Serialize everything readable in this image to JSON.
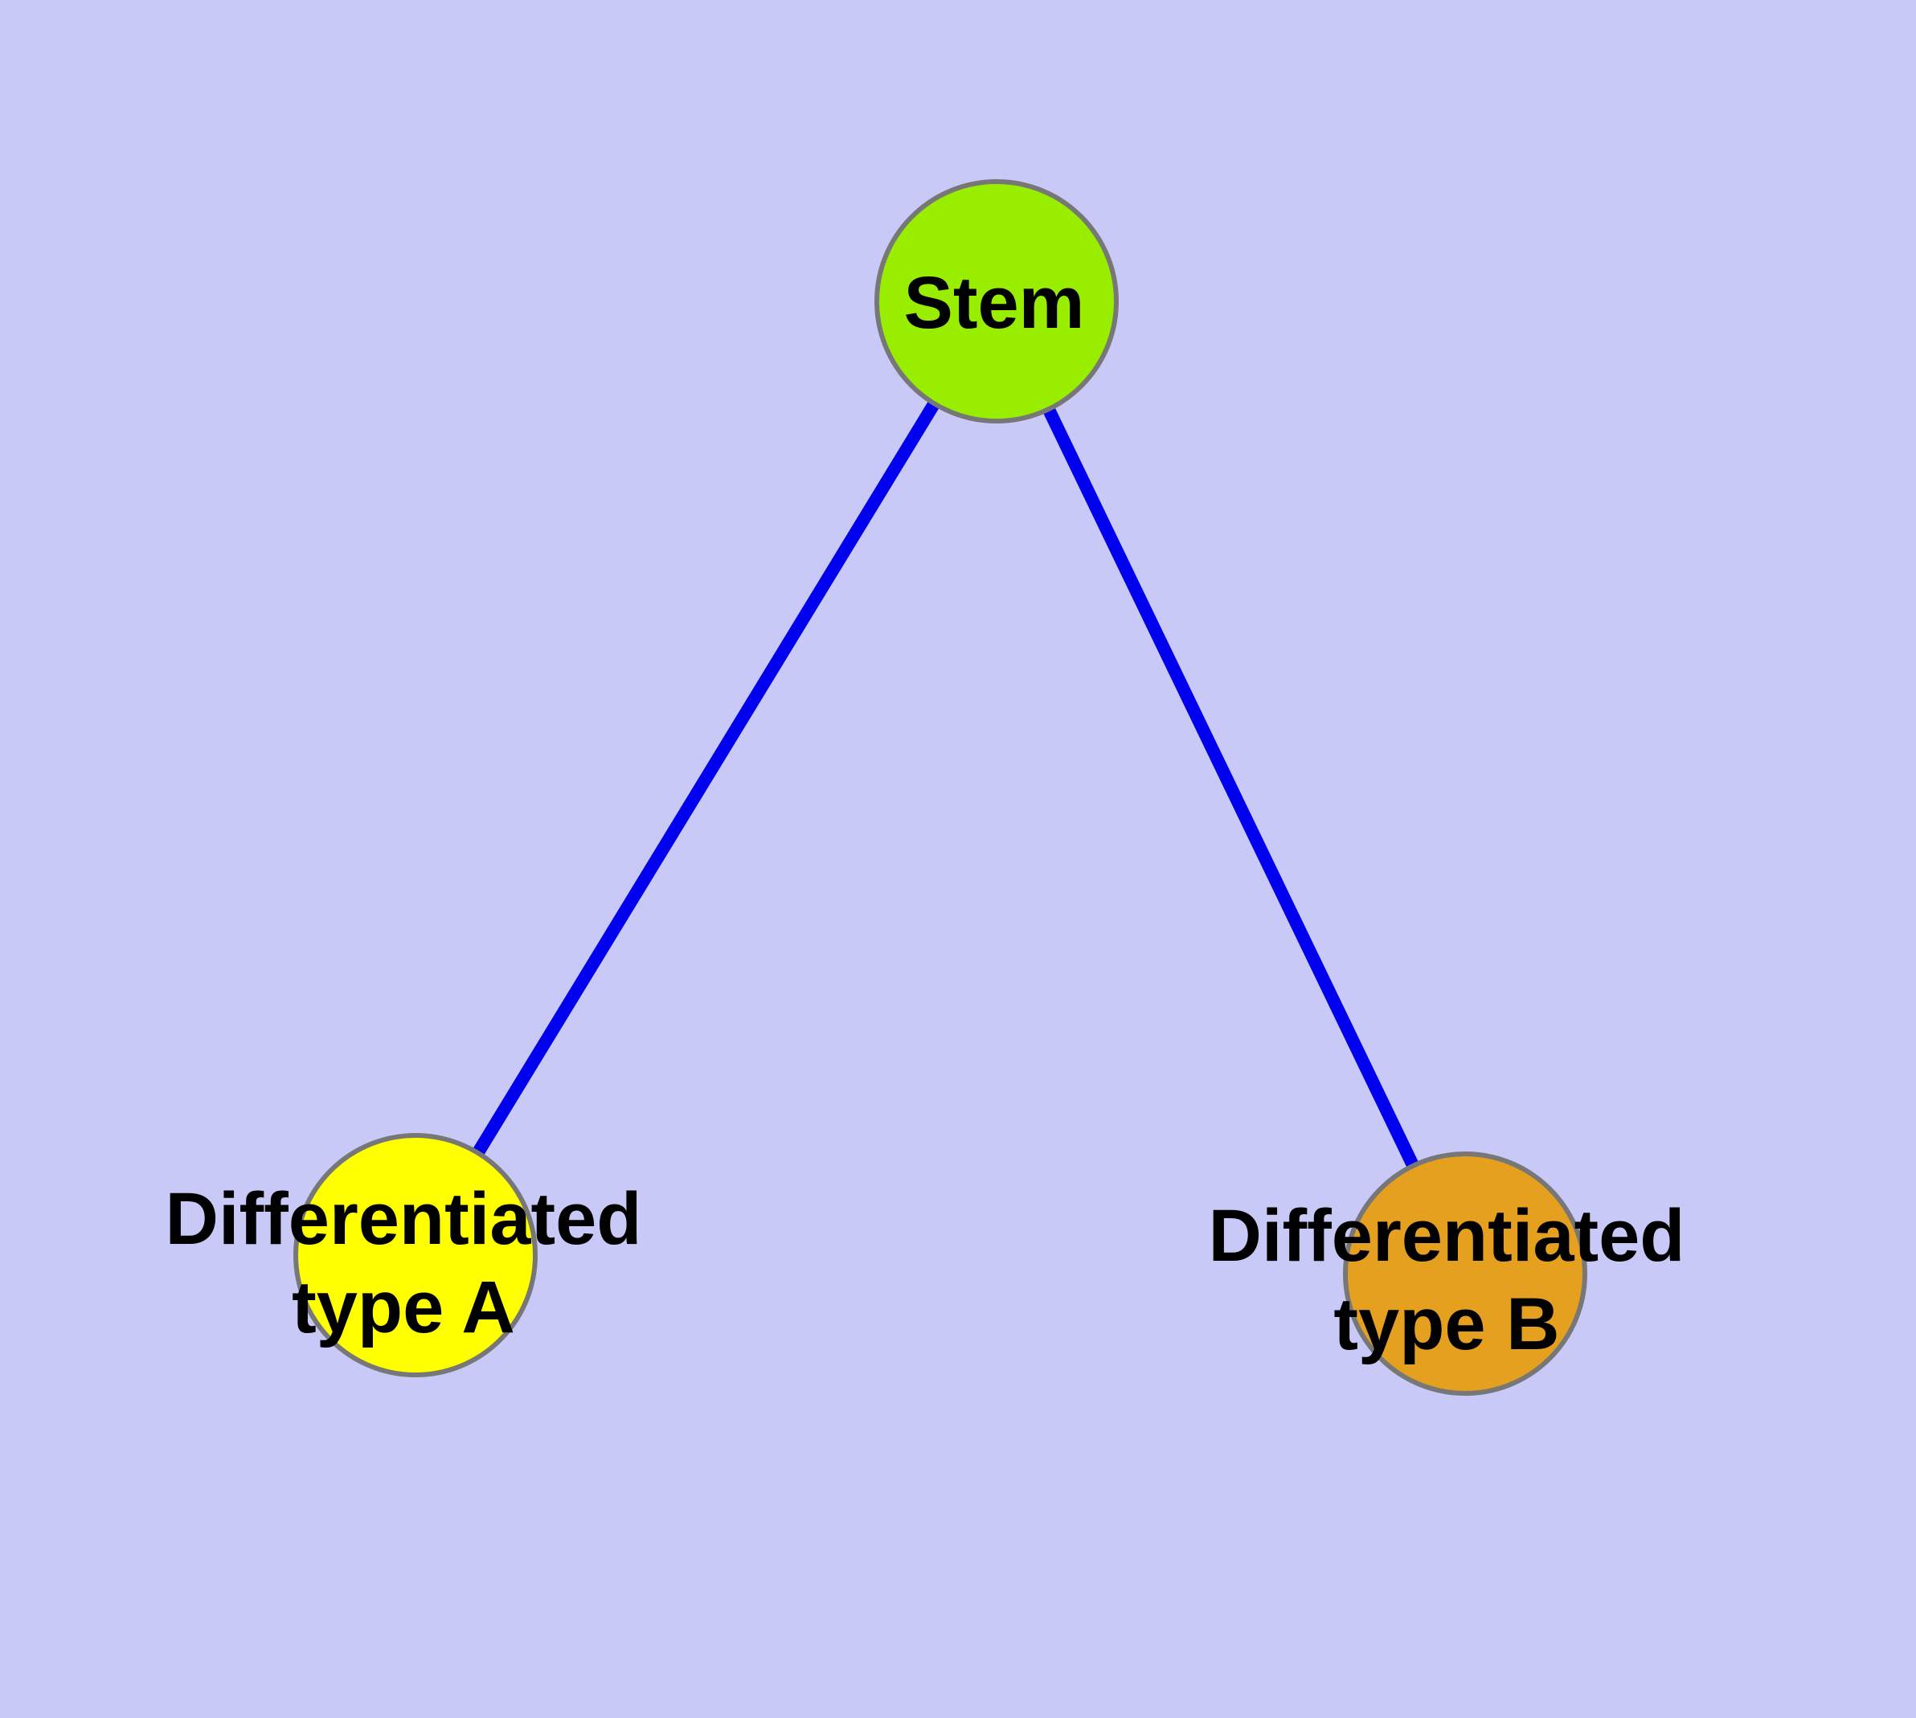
{
  "diagram": {
    "type": "graph",
    "background_color": "#C9C9F8",
    "edge_color": "#0000EE",
    "node_border_color": "#777777",
    "label_color": "#000000",
    "nodes": [
      {
        "id": "stem",
        "label": "Stem",
        "lines": [
          "Stem"
        ],
        "fill": "#99EE00"
      },
      {
        "id": "typeA",
        "label": "Differentiated type A",
        "lines": [
          "Differentiated",
          "type A"
        ],
        "fill": "#FFFF00"
      },
      {
        "id": "typeB",
        "label": "Differentiated type B",
        "lines": [
          "Differentiated",
          "type B"
        ],
        "fill": "#E6A020"
      }
    ],
    "edges": [
      {
        "from": "stem",
        "to": "typeA"
      },
      {
        "from": "stem",
        "to": "typeB"
      }
    ]
  }
}
